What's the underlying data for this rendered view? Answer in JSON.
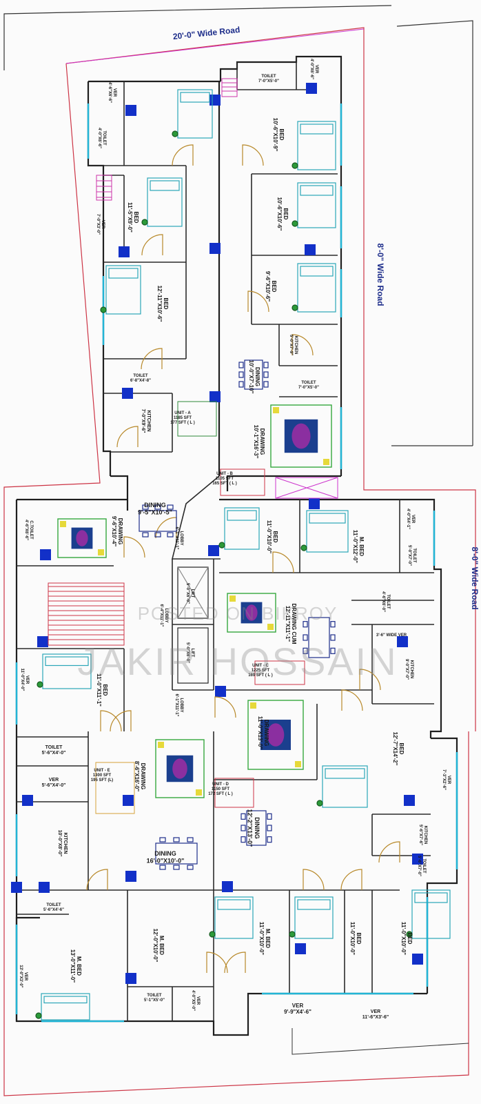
{
  "roads": {
    "top": "20'-0\" Wide Road",
    "right_upper": "8'-0\" Wide Road",
    "right_lower": "8'-0\" Wide Road"
  },
  "rooms": {
    "a_ver": "VER\n4'-6\"X6'-6\"",
    "a_toilet": "TOILET\n4'-0\"X6'-6\"",
    "a_bed1": "BED\n11'-5\"X9'-0\"",
    "a_ver2": "VER\n7'-0\"X3'-0\"",
    "a_bed2": "BED\n12'-11\"X10'-6\"",
    "a_toilet2": "TOILET\n6'-8\"X4'-8\"",
    "a_kitchen": "KITCHEN\n7'-0\"X9'-6\"",
    "b_toilet": "TOILET\n7'-0\"X5'-0\"",
    "b_ver": "VER\n4'-0\"X6'-6\"",
    "b_bed1": "BED\n10'-6\"X10'-9\"",
    "b_bed2": "BED\n10'-6\"X10'-6\"",
    "b_bed3": "BED\n9'-6\"X10'-6\"",
    "b_kitchen": "KITCHEN\n5'-0\"X7'-9\"",
    "b_dining": "DINING\n10'-0\"X7'-10\"",
    "b_toilet2": "TOILET\n7'-0\"X5'-0\"",
    "b_drawing": "DRAWING\n10'-1\"X16'-3\"",
    "unit_a": "UNIT - A\n1185 SFT\n177 SFT ( L )",
    "unit_b": "UNIT - B\n1105 SFT\n165 SFT ( L )",
    "dining_top": "DINING\n9'-5\"X10'-5\"",
    "e_toilet": "C.TOILET\n4'-6\"X6'-6\"",
    "e_drawing": "DRAWING\n9'-6\"X10'-4\"",
    "lobby1": "LOBBY\n6'-1\"X11'-1\"",
    "lift1": "LIFT\n5'-0\"X6'-0\"",
    "lift2": "LIFT\n5'-0\"X6'-0\"",
    "lobby2": "LOBBY\n6'-4\"X11'-1\"",
    "lobby3": "LOBBY\n6'-1\"X11'-1\"",
    "c_bed1": "BED\n11'-0\"X10'-0\"",
    "c_mbed": "M. BED\n11'-0\"X12'-0\"",
    "c_ver": "VER\n4'-0\"X4'-1\"",
    "c_toilet": "TOILET\n5'-0\"X7'-0\"",
    "c_toilet2": "TOILET\n4'-6\"X6'-0\"",
    "c_drawing": "DRAWING CUM\n12'-11\"X11'-1\"",
    "c_ver_wide": "3'-6\" WIDE VER",
    "c_kitchen": "KITCHEN\n9'-0\"X7'-0\"",
    "unit_c": "UNIT - C\n1225 SFT\n169 SFT ( L )",
    "e_ver_left": "VER\n11'-0\"X4'-0\"",
    "e_bed": "BED\n11'-0\"X11'-1\"",
    "e_toilet_lbl": "TOILET\n5'-6\"X4'-0\"",
    "e_ver_lbl": "VER\n5'-6\"X4'-0\"",
    "unit_e": "UNIT - E\n1300 SFT\n195 SFT (L)",
    "e_drawing2": "DRAWING\n8'-6\"X16'-0\"",
    "d_drawing": "DRAWING\n11'-0\"X13'-0\"",
    "unit_d": "UNIT - D\n1150 SFT\n172 SFT ( L )",
    "d_bed": "BED\n12'-7\"X14'-2\"",
    "d_ver": "VER\n7'-3\"X2'-6\"",
    "e_kitchen": "KITCHEN\n10'-0\"X8'-0\"",
    "e_dining": "DINING\n16'-0\"X10'-0\"",
    "d_dining": "DINING\n12'-2\"X13'-0\"",
    "d_kitchen": "KITCHEN\n5'-6\"X7'-6\"",
    "d_toilet": "TOILET\n5'-6\"X7'-0\"",
    "e_toilet3": "TOILET\n5'-6\"X4'-6\"",
    "e_mbed2": "M. BED\n12'-0\"X10'-0\"",
    "e_ver3": "VER\n13'-0\"X3'-0\"",
    "e_mbed": "M. BED\n13'-0\"X11'-0\"",
    "e_toilet4": "TOILET\n5'-1\"X5'-0\"",
    "e_ver4": "VER\n4'-0\"X5'-0\"",
    "d_mbed": "M. BED\n11'-0\"X10'-0\"",
    "d_bed2": "BED\n11'-0\"X10'-0\"",
    "d_bed3": "BED\n11'-0\"X10'-0\"",
    "d_ver2": "VER\n9'-9\"X4'-6\"",
    "d_ver3": "VER\n11'-6\"X3'-6\""
  },
  "watermark": {
    "line1": "POSTED ON BIKROY",
    "line2": "JAKIR HOSSAIN"
  }
}
